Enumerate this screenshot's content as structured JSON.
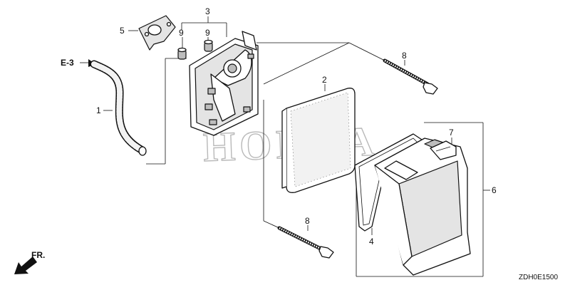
{
  "diagram": {
    "watermark": "HONDA",
    "drawing_code": "ZDH0E1500",
    "direction_marker": "FR.",
    "callouts": {
      "ref_e3": "E-3",
      "p1": "1",
      "p2": "2",
      "p3": "3",
      "p4": "4",
      "p5": "5",
      "p6": "6",
      "p7": "7",
      "p8_top": "8",
      "p8_bottom": "8",
      "p9_left": "9",
      "p9_right": "9"
    }
  }
}
